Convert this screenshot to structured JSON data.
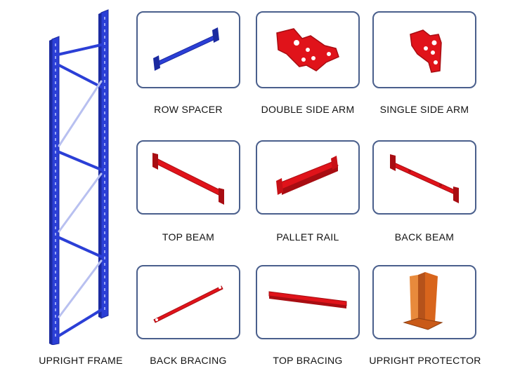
{
  "colors": {
    "frame_blue": "#2b3fd6",
    "frame_dark": "#1b2aa0",
    "part_red": "#e0131a",
    "part_red_dark": "#a80d12",
    "protector_orange": "#d8651c",
    "tile_border": "#4a5f8c"
  },
  "frame": {
    "label": "UPRIGHT FRAME",
    "icon": "upright-frame-icon"
  },
  "parts": [
    {
      "label": "ROW SPACER",
      "icon": "row-spacer-icon"
    },
    {
      "label": "DOUBLE SIDE ARM",
      "icon": "double-side-arm-icon"
    },
    {
      "label": "SINGLE SIDE ARM",
      "icon": "single-side-arm-icon"
    },
    {
      "label": "TOP BEAM",
      "icon": "top-beam-icon"
    },
    {
      "label": "PALLET RAIL",
      "icon": "pallet-rail-icon"
    },
    {
      "label": "BACK BEAM",
      "icon": "back-beam-icon"
    },
    {
      "label": "BACK BRACING",
      "icon": "back-bracing-icon"
    },
    {
      "label": "TOP BRACING",
      "icon": "top-bracing-icon"
    },
    {
      "label": "UPRIGHT PROTECTOR",
      "icon": "upright-protector-icon"
    }
  ]
}
